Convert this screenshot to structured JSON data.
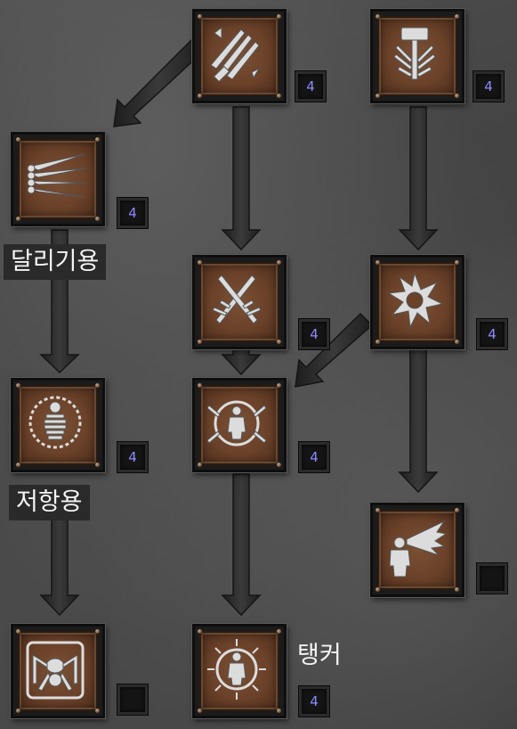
{
  "panel": {
    "colors": {
      "plate": "#6a4129",
      "level_text": "#8f89ff",
      "label_bg": "#2a2a2a",
      "label_text": "#f4f4f4"
    }
  },
  "skills": [
    {
      "id": "claw-strike",
      "icon": "claws-icon",
      "level": "4"
    },
    {
      "id": "hammer-strike",
      "icon": "hammer-icon",
      "level": "4"
    },
    {
      "id": "blade-fan",
      "icon": "blades-icon",
      "level": "4"
    },
    {
      "id": "crossed-blades",
      "icon": "crossed-blades-icon",
      "level": "4"
    },
    {
      "id": "star-burst",
      "icon": "star-icon",
      "level": "4"
    },
    {
      "id": "armored-body",
      "icon": "armor-icon",
      "level": "4"
    },
    {
      "id": "warding-aura",
      "icon": "aura-figure-icon",
      "level": "4"
    },
    {
      "id": "shout-blast",
      "icon": "shout-icon",
      "level": ""
    },
    {
      "id": "spider-web",
      "icon": "spider-icon",
      "level": ""
    },
    {
      "id": "radiant-body",
      "icon": "radiant-figure-icon",
      "level": "4"
    }
  ],
  "labels": {
    "running": "달리기용",
    "resistance": "저항용",
    "tanker": "탱커"
  }
}
